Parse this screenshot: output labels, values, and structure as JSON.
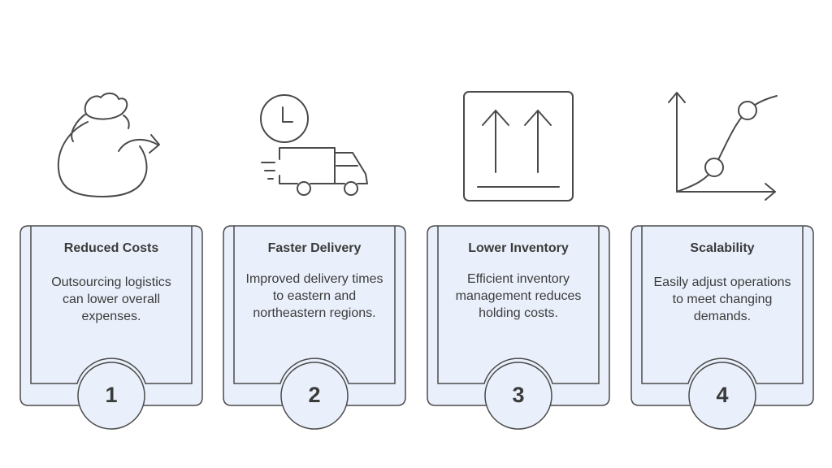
{
  "colors": {
    "card_fill": "#eaf0fb",
    "card_stroke": "#4a4a4a",
    "icon_stroke": "#4a4a4a"
  },
  "steps": [
    {
      "number": "1",
      "title": "Reduced Costs",
      "description": "Outsourcing logistics can lower overall expenses.",
      "icon": "money-bag-icon"
    },
    {
      "number": "2",
      "title": "Faster Delivery",
      "description": "Improved delivery times to eastern and northeastern regions.",
      "icon": "delivery-truck-clock-icon"
    },
    {
      "number": "3",
      "title": "Lower Inventory",
      "description": "Efficient inventory management reduces holding costs.",
      "icon": "box-up-arrows-icon"
    },
    {
      "number": "4",
      "title": "Scalability",
      "description": "Easily adjust operations to meet changing demands.",
      "icon": "growth-curve-icon"
    }
  ]
}
